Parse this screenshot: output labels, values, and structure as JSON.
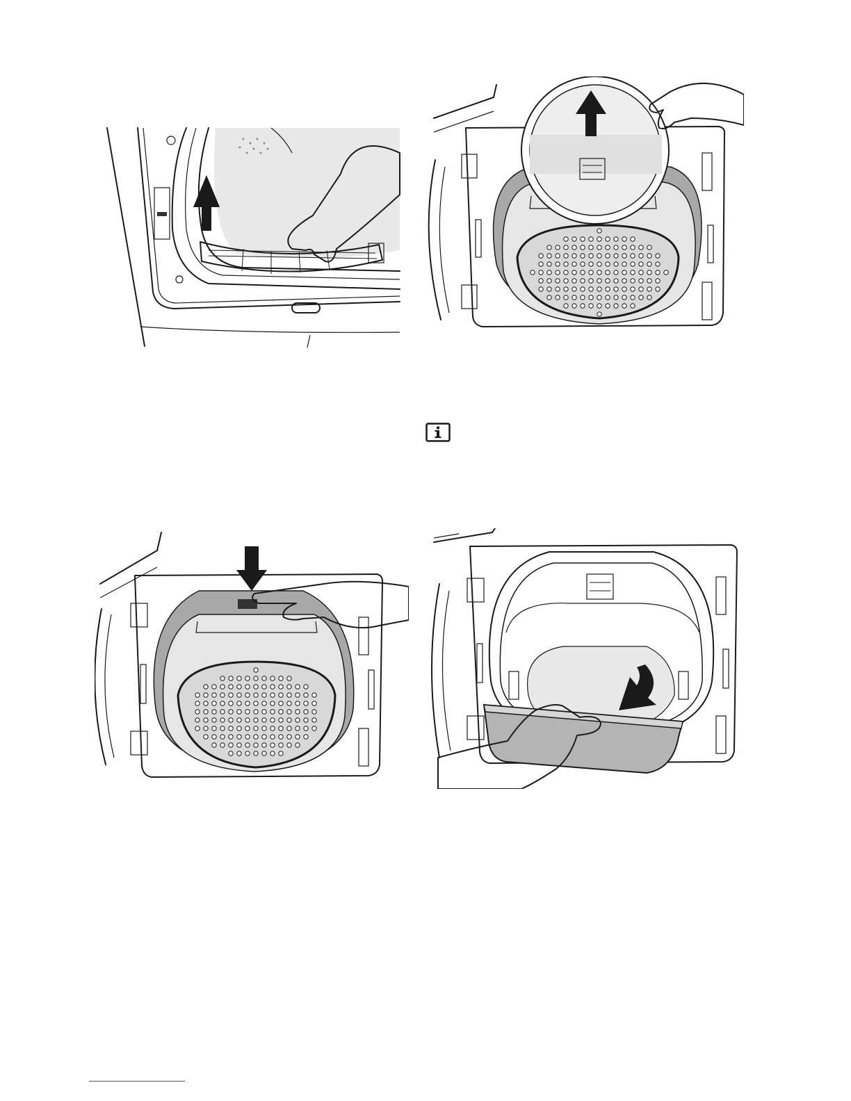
{
  "page": {
    "figures": [
      {
        "id": "fig1",
        "icon": "arrow-up-icon",
        "content": "hand-lifting-filter-icon"
      },
      {
        "id": "fig2",
        "icon": "arrow-up-icon",
        "content": "filter-ring-removal-icon"
      },
      {
        "id": "fig3",
        "icon": "arrow-down-icon",
        "content": "hand-pressing-filter-icon"
      },
      {
        "id": "fig4",
        "icon": "curved-arrow-icon",
        "content": "hand-removing-tray-icon"
      }
    ],
    "info_icon": "info-icon",
    "colors": {
      "ink": "#1a1a1a",
      "panel": "#f2f2f2",
      "gasket": "#a8a8a8"
    }
  }
}
